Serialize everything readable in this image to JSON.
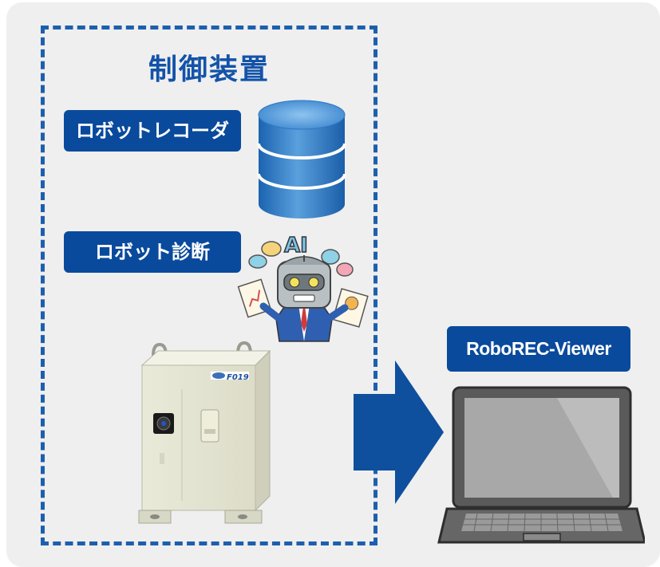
{
  "diagram": {
    "title": "制御装置",
    "labels": {
      "robot_recorder": "ロボットレコーダ",
      "robot_diagnosis": "ロボット診断",
      "viewer": "RoboREC-Viewer"
    },
    "illustration_text": {
      "ai_bubble": "AI",
      "controller_brand": "F019"
    },
    "colors": {
      "frame_blue": "#1d5fae",
      "badge_blue": "#0a4a9c",
      "arrow_blue": "#0e4f9e",
      "panel_gray": "#efefef"
    },
    "icons": [
      "database-icon",
      "ai-robot-icon",
      "controller-cabinet-icon",
      "flow-arrow-icon",
      "laptop-icon"
    ]
  }
}
